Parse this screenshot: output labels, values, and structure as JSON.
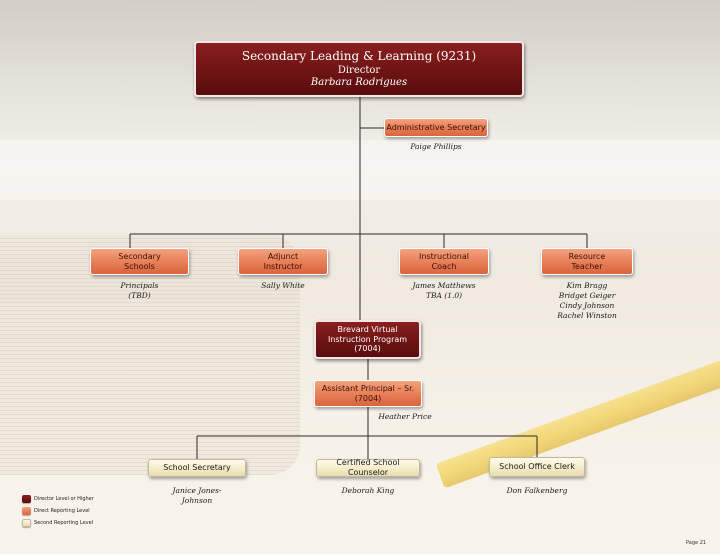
{
  "director": {
    "title": "Secondary Leading & Learning (9231)",
    "role": "Director",
    "name": "Barbara Rodrigues"
  },
  "admin_secretary": {
    "label": "Administrative Secretary",
    "name": "Paige Phillips"
  },
  "row2": [
    {
      "label_line1": "Secondary",
      "label_line2": "Schools",
      "names": [
        "Principals",
        "(TBD)"
      ]
    },
    {
      "label_line1": "Adjunct",
      "label_line2": "Instructor",
      "names": [
        "Sally White"
      ]
    },
    {
      "label_line1": "Instructional",
      "label_line2": "Coach",
      "names": [
        "James Matthews",
        "TBA (1.0)"
      ]
    },
    {
      "label_line1": "Resource",
      "label_line2": "Teacher",
      "names": [
        "Kim Bragg",
        "Bridget Geiger",
        "Cindy Johnson",
        "Rachel Winston"
      ]
    }
  ],
  "virtual_program": {
    "line1": "Brevard Virtual",
    "line2": "Instruction Program",
    "line3": "(7004)"
  },
  "assistant_principal": {
    "line1": "Assistant Principal – Sr.",
    "line2": "(7004)",
    "name": "Heather Price"
  },
  "row4": [
    {
      "label": "School Secretary",
      "names": [
        "Janice Jones-",
        "Johnson"
      ]
    },
    {
      "label": "Certified School Counselor",
      "names": [
        "Deborah King"
      ]
    },
    {
      "label": "School Office Clerk",
      "names": [
        "Don Falkenberg"
      ]
    }
  ],
  "legend": [
    {
      "label": "Director Level or Higher",
      "color": "#6e1414"
    },
    {
      "label": "Direct Reporting Level",
      "color": "#e67a52"
    },
    {
      "label": "Second Reporting Level",
      "color": "#ece3bd"
    }
  ],
  "page_label": "Page 21"
}
